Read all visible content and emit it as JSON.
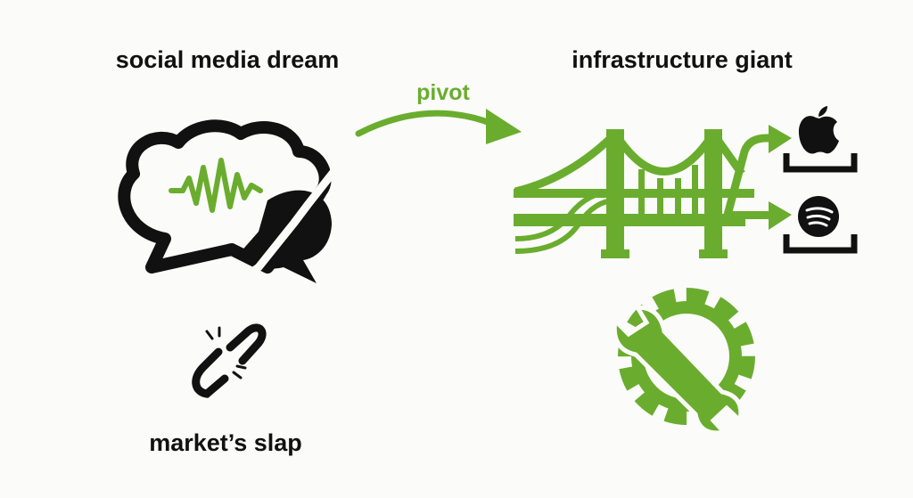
{
  "labels": {
    "left_title": "social media dream",
    "right_title": "infrastructure giant",
    "arrow_label": "pivot",
    "bottom_left": "market’s slap"
  },
  "colors": {
    "accent": "#6aad2e",
    "ink": "#111111",
    "background": "#fbfbf9"
  },
  "icons": [
    "broken-speech-bubble-icon",
    "sound-wave-icon",
    "broken-chain-icon",
    "bridge-icon",
    "apple-logo-icon",
    "spotify-logo-icon",
    "wrench-gear-icon",
    "curved-arrow-icon"
  ]
}
